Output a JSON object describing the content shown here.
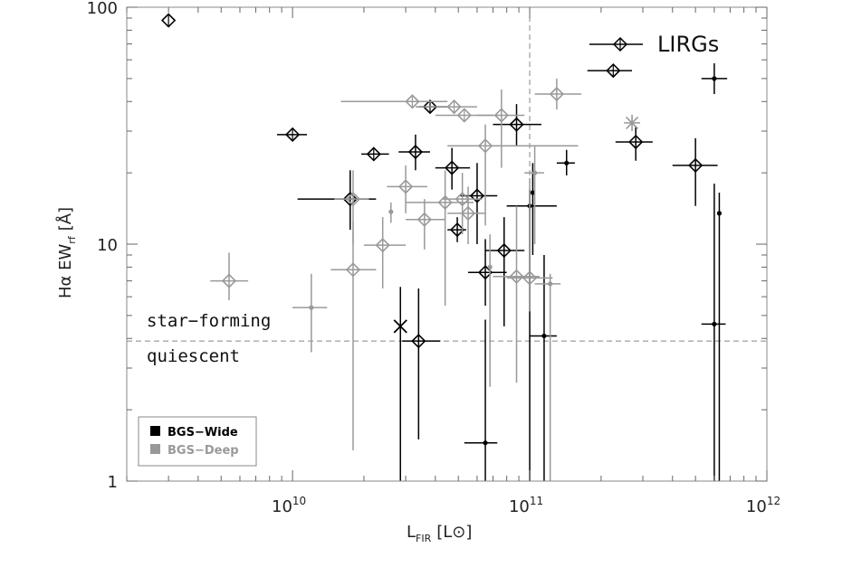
{
  "chart_data": {
    "type": "scatter",
    "x_scale": "log",
    "y_scale": "log",
    "xlim": [
      2000000000.0,
      1000000000000.0
    ],
    "ylim": [
      1,
      100
    ],
    "xlabel_main": "L",
    "xlabel_sub": "FIR",
    "xlabel_unit": "[L⊙]",
    "ylabel_main": "Hα EW",
    "ylabel_sub": "rf",
    "ylabel_unit": "[Å]",
    "x_ticks": [
      {
        "value": 10000000000.0,
        "base": "10",
        "exp": "10"
      },
      {
        "value": 100000000000.0,
        "base": "10",
        "exp": "11"
      },
      {
        "value": 1000000000000.0,
        "base": "10",
        "exp": "12"
      }
    ],
    "y_ticks": [
      {
        "value": 1,
        "label": "1"
      },
      {
        "value": 10,
        "label": "10"
      },
      {
        "value": 100,
        "label": "100"
      }
    ],
    "reference_lines": {
      "vertical_x": 100000000000.0,
      "horizontal_y": 3.9
    },
    "annotations": {
      "upper": "star−forming",
      "lower": "quiescent",
      "lirgs": "LIRGs"
    },
    "legend": {
      "position": "bottom-left",
      "items": [
        {
          "label": "BGS−Wide",
          "color": "#000000"
        },
        {
          "label": "BGS−Deep",
          "color": "#999999"
        }
      ]
    },
    "colors": {
      "wide": "#000000",
      "deep": "#999999"
    },
    "series": [
      {
        "name": "BGS−Wide",
        "points": [
          {
            "x": 3000000000.0,
            "y": 88,
            "m": "d"
          },
          {
            "x": 10000000000.0,
            "y": 29,
            "xe": [
              8600000000.0,
              11500000000.0
            ],
            "m": "d"
          },
          {
            "x": 22000000000.0,
            "y": 24,
            "xe": [
              19500000000.0,
              25500000000.0
            ],
            "m": "d"
          },
          {
            "x": 17500000000.0,
            "y": 15.5,
            "xe": [
              10500000000.0,
              22500000000.0
            ],
            "ye": [
              11.5,
              20.5
            ],
            "m": "d"
          },
          {
            "x": 33000000000.0,
            "y": 24.5,
            "xe": [
              28000000000.0,
              38000000000.0
            ],
            "ye": [
              20.5,
              29
            ],
            "m": "d"
          },
          {
            "x": 38000000000.0,
            "y": 38,
            "xe": [
              34000000000.0,
              45000000000.0
            ],
            "m": "d"
          },
          {
            "x": 47000000000.0,
            "y": 21,
            "xe": [
              40000000000.0,
              56000000000.0
            ],
            "ye": [
              17,
              25.5
            ],
            "m": "d"
          },
          {
            "x": 49500000000.0,
            "y": 11.5,
            "xe": [
              45000000000.0,
              54000000000.0
            ],
            "ye": [
              10.2,
              13
            ],
            "m": "d"
          },
          {
            "x": 60000000000.0,
            "y": 16,
            "xe": [
              51000000000.0,
              73000000000.0
            ],
            "ye": [
              10,
              22
            ],
            "m": "d"
          },
          {
            "x": 65000000000.0,
            "y": 7.6,
            "xe": [
              55000000000.0,
              80000000000.0
            ],
            "ye": [
              5.5,
              10.5
            ],
            "m": "d"
          },
          {
            "x": 78000000000.0,
            "y": 9.4,
            "xe": [
              65000000000.0,
              95000000000.0
            ],
            "ye": [
              4.5,
              13
            ],
            "m": "d"
          },
          {
            "x": 88000000000.0,
            "y": 32,
            "xe": [
              70000000000.0,
              112000000000.0
            ],
            "ye": [
              26,
              39
            ],
            "m": "d"
          },
          {
            "x": 34000000000.0,
            "y": 3.9,
            "xe": [
              29000000000.0,
              42000000000.0
            ],
            "ye": [
              1.5,
              6.5
            ],
            "m": "d"
          },
          {
            "x": 225000000000.0,
            "y": 54,
            "xe": [
              175000000000.0,
              270000000000.0
            ],
            "m": "d"
          },
          {
            "x": 280000000000.0,
            "y": 27,
            "xe": [
              230000000000.0,
              330000000000.0
            ],
            "ye": [
              22.5,
              31.5
            ],
            "m": "d"
          },
          {
            "x": 500000000000.0,
            "y": 21.5,
            "xe": [
              400000000000.0,
              620000000000.0
            ],
            "ye": [
              14.5,
              28
            ],
            "m": "d"
          },
          {
            "x": 100000000000.0,
            "y": 14.5,
            "xe": [
              80000000000.0,
              130000000000.0
            ],
            "ye": [
              1,
              17
            ],
            "m": "s"
          },
          {
            "x": 103000000000.0,
            "y": 16.5,
            "ye": [
              9,
              22
            ],
            "m": "s"
          },
          {
            "x": 115000000000.0,
            "y": 4.1,
            "xe": [
              100000000000.0,
              130000000000.0
            ],
            "ye": [
              1,
              9
            ],
            "m": "s"
          },
          {
            "x": 143000000000.0,
            "y": 22,
            "xe": [
              130000000000.0,
              155000000000.0
            ],
            "ye": [
              19.5,
              25
            ],
            "m": "s"
          },
          {
            "x": 600000000000.0,
            "y": 50,
            "xe": [
              530000000000.0,
              680000000000.0
            ],
            "ye": [
              43,
              58
            ],
            "m": "s"
          },
          {
            "x": 600000000000.0,
            "y": 4.6,
            "xe": [
              530000000000.0,
              670000000000.0
            ],
            "ye": [
              1,
              18
            ],
            "m": "s"
          },
          {
            "x": 630000000000.0,
            "y": 13.5,
            "ye": [
              1,
              16.5
            ],
            "m": "s"
          },
          {
            "x": 65000000000.0,
            "y": 1.45,
            "xe": [
              53000000000.0,
              73000000000.0
            ],
            "ye": [
              1,
              4.8
            ],
            "m": "s"
          },
          {
            "x": 28500000000.0,
            "y": 4.5,
            "ye": [
              1,
              6.6
            ],
            "m": "x"
          }
        ]
      },
      {
        "name": "BGS−Deep",
        "points": [
          {
            "x": 5400000000.0,
            "y": 7.0,
            "xe": [
              4500000000.0,
              6500000000.0
            ],
            "ye": [
              5.8,
              9.2
            ],
            "m": "d"
          },
          {
            "x": 18000000000.0,
            "y": 15.5,
            "xe": [
              15000000000.0,
              21000000000.0
            ],
            "ye": [
              10,
              20.5
            ],
            "m": "d"
          },
          {
            "x": 18000000000.0,
            "y": 7.8,
            "xe": [
              14500000000.0,
              22500000000.0
            ],
            "ye": [
              1.35,
              12.5
            ],
            "m": "d"
          },
          {
            "x": 24000000000.0,
            "y": 9.9,
            "xe": [
              20000000000.0,
              30000000000.0
            ],
            "ye": [
              6.5,
              13
            ],
            "m": "d"
          },
          {
            "x": 30000000000.0,
            "y": 17.5,
            "xe": [
              25000000000.0,
              37000000000.0
            ],
            "ye": [
              13.5,
              21.5
            ],
            "m": "d"
          },
          {
            "x": 32000000000.0,
            "y": 40,
            "xe": [
              16000000000.0,
              45000000000.0
            ],
            "m": "d"
          },
          {
            "x": 36000000000.0,
            "y": 12.7,
            "xe": [
              30000000000.0,
              44000000000.0
            ],
            "ye": [
              9.5,
              15.5
            ],
            "m": "d"
          },
          {
            "x": 44000000000.0,
            "y": 15,
            "xe": [
              30000000000.0,
              58000000000.0
            ],
            "ye": [
              5.5,
              20.5
            ],
            "m": "d"
          },
          {
            "x": 48000000000.0,
            "y": 38,
            "xe": [
              33000000000.0,
              60000000000.0
            ],
            "m": "d"
          },
          {
            "x": 53000000000.0,
            "y": 35,
            "xe": [
              40000000000.0,
              70000000000.0
            ],
            "m": "d"
          },
          {
            "x": 52000000000.0,
            "y": 15.5,
            "xe": [
              43000000000.0,
              63000000000.0
            ],
            "ye": [
              11,
              20
            ],
            "m": "d"
          },
          {
            "x": 55000000000.0,
            "y": 13.5,
            "xe": [
              45000000000.0,
              65000000000.0
            ],
            "ye": [
              10,
              17.5
            ],
            "m": "d"
          },
          {
            "x": 65000000000.0,
            "y": 26,
            "xe": [
              45000000000.0,
              160000000000.0
            ],
            "ye": [
              12,
              32
            ],
            "m": "d"
          },
          {
            "x": 76000000000.0,
            "y": 35,
            "xe": [
              60000000000.0,
              95000000000.0
            ],
            "ye": [
              21,
              45
            ],
            "m": "d"
          },
          {
            "x": 88000000000.0,
            "y": 7.3,
            "xe": [
              70000000000.0,
              110000000000.0
            ],
            "ye": [
              2.6,
              14.5
            ],
            "m": "d"
          },
          {
            "x": 100000000000.0,
            "y": 7.2,
            "xe": [
              80000000000.0,
              125000000000.0
            ],
            "ye": [
              5.2,
              19
            ],
            "m": "d"
          },
          {
            "x": 130000000000.0,
            "y": 43,
            "xe": [
              105000000000.0,
              165000000000.0
            ],
            "ye": [
              37,
              50
            ],
            "m": "d"
          },
          {
            "x": 26000000000.0,
            "y": 13.7,
            "ye": [
              12.3,
              15
            ],
            "m": "s"
          },
          {
            "x": 12000000000.0,
            "y": 5.4,
            "xe": [
              10000000000.0,
              14000000000.0
            ],
            "ye": [
              3.5,
              7.5
            ],
            "m": "s"
          },
          {
            "x": 68000000000.0,
            "y": 8.0,
            "ye": [
              2.5,
              11
            ],
            "m": "s"
          },
          {
            "x": 122000000000.0,
            "y": 6.8,
            "xe": [
              105000000000.0,
              135000000000.0
            ],
            "ye": [
              1,
              7.5
            ],
            "m": "s"
          },
          {
            "x": 105000000000.0,
            "y": 20,
            "xe": [
              95000000000.0,
              115000000000.0
            ],
            "ye": [
              10,
              26
            ],
            "m": "s"
          },
          {
            "x": 270000000000.0,
            "y": 32.5,
            "m": "a"
          }
        ]
      }
    ]
  }
}
